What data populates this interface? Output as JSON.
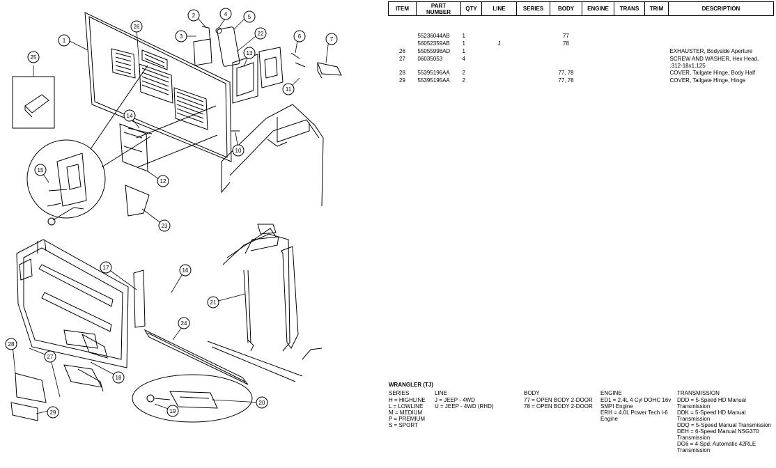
{
  "table": {
    "headers": [
      "ITEM",
      "PART\nNUMBER",
      "QTY",
      "LINE",
      "SERIES",
      "BODY",
      "ENGINE",
      "TRANS",
      "TRIM",
      "DESCRIPTION"
    ],
    "rows": [
      {
        "item": "",
        "part": "55236044AB",
        "qty": "1",
        "line": "",
        "series": "",
        "body": "77",
        "engine": "",
        "trans": "",
        "trim": "",
        "desc": ""
      },
      {
        "item": "",
        "part": "56052359AB",
        "qty": "1",
        "line": "J",
        "series": "",
        "body": "78",
        "engine": "",
        "trans": "",
        "trim": "",
        "desc": ""
      },
      {
        "item": "26",
        "part": "55055998AD",
        "qty": "1",
        "line": "",
        "series": "",
        "body": "",
        "engine": "",
        "trans": "",
        "trim": "",
        "desc": "EXHAUSTER, Bodyside Aperture"
      },
      {
        "item": "27",
        "part": "06035053",
        "qty": "4",
        "line": "",
        "series": "",
        "body": "",
        "engine": "",
        "trans": "",
        "trim": "",
        "desc": "SCREW AND WASHER, Hex Head, .312-18x1.125"
      },
      {
        "item": "28",
        "part": "55395196AA",
        "qty": "2",
        "line": "",
        "series": "",
        "body": "77, 78",
        "engine": "",
        "trans": "",
        "trim": "",
        "desc": "COVER, Tailgate Hinge, Body Half"
      },
      {
        "item": "29",
        "part": "55395195AA",
        "qty": "2",
        "line": "",
        "series": "",
        "body": "77, 78",
        "engine": "",
        "trans": "",
        "trim": "",
        "desc": "COVER, Tailgate Hinge, Hinge"
      }
    ]
  },
  "legend": {
    "title": "WRANGLER (TJ)",
    "series": {
      "header": "SERIES",
      "items": [
        "H = HIGHLINE",
        "L = LOWLINE",
        "M = MEDIUM",
        "P = PREMIUM",
        "S = SPORT"
      ]
    },
    "line": {
      "header": "LINE",
      "items": [
        "J = JEEP - 4WD",
        "U = JEEP - 4WD (RHD)"
      ]
    },
    "body": {
      "header": "BODY",
      "items": [
        "77 = OPEN BODY 2-DOOR",
        "78 = OPEN BODY 2-DOOR"
      ]
    },
    "engine": {
      "header": "ENGINE",
      "items": [
        "ED1 = 2.4L 4 Cyl DOHC 16v SMPI Engine",
        "ERH = 4.0L Power Tech I-6 Engine"
      ]
    },
    "transmission": {
      "header": "TRANSMISSION",
      "items": [
        "DDD = 5-Speed HD Manual Transmission",
        "DDK = 5-Speed HD Manual Transmission",
        "DDQ = 5-Speed Manual Transmission",
        "DEH = 6-Speed Manual NSG370 Transmission",
        "DG6 = 4-Spd. Automatic 42RLE Transmission"
      ]
    }
  },
  "callouts": [
    "1",
    "2",
    "3",
    "4",
    "5",
    "6",
    "7",
    "10",
    "11",
    "12",
    "13",
    "14",
    "15",
    "16",
    "17",
    "18",
    "19",
    "20",
    "21",
    "22",
    "23",
    "24",
    "25",
    "26",
    "27",
    "28",
    "29"
  ]
}
